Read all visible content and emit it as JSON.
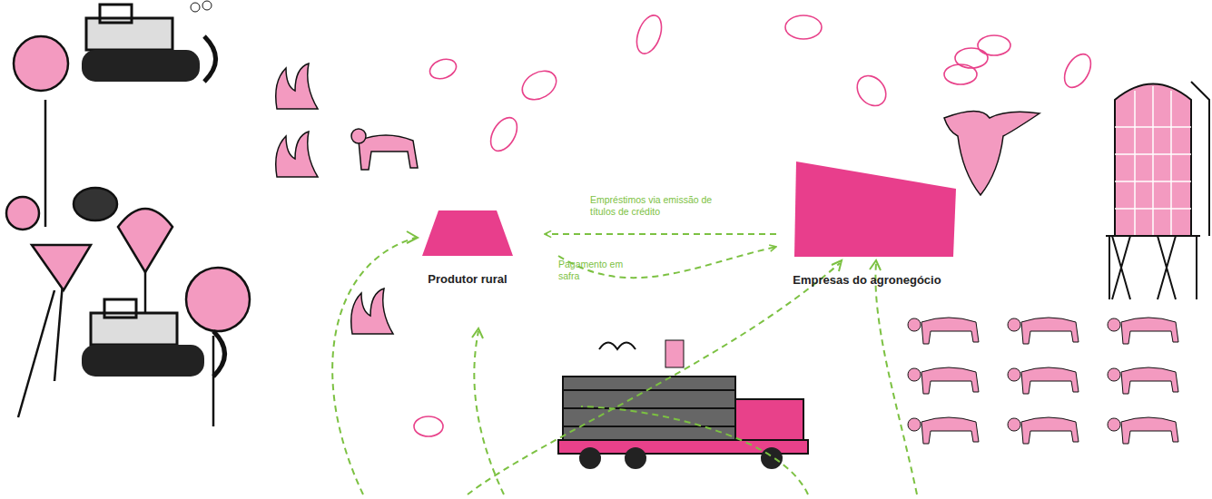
{
  "diagram": {
    "nodes": [
      {
        "text": [
          "Produtor rural"
        ]
      },
      {
        "text": [
          "Empresas do agronegócio"
        ]
      }
    ],
    "edges": [
      {
        "from": 1,
        "to": 0,
        "arrow": "to",
        "label": "Empréstimos via emissão de títulos de crédito"
      },
      {
        "from": 0,
        "to": 1,
        "arrow": "to",
        "label": "Pagamento em safra"
      }
    ]
  }
}
